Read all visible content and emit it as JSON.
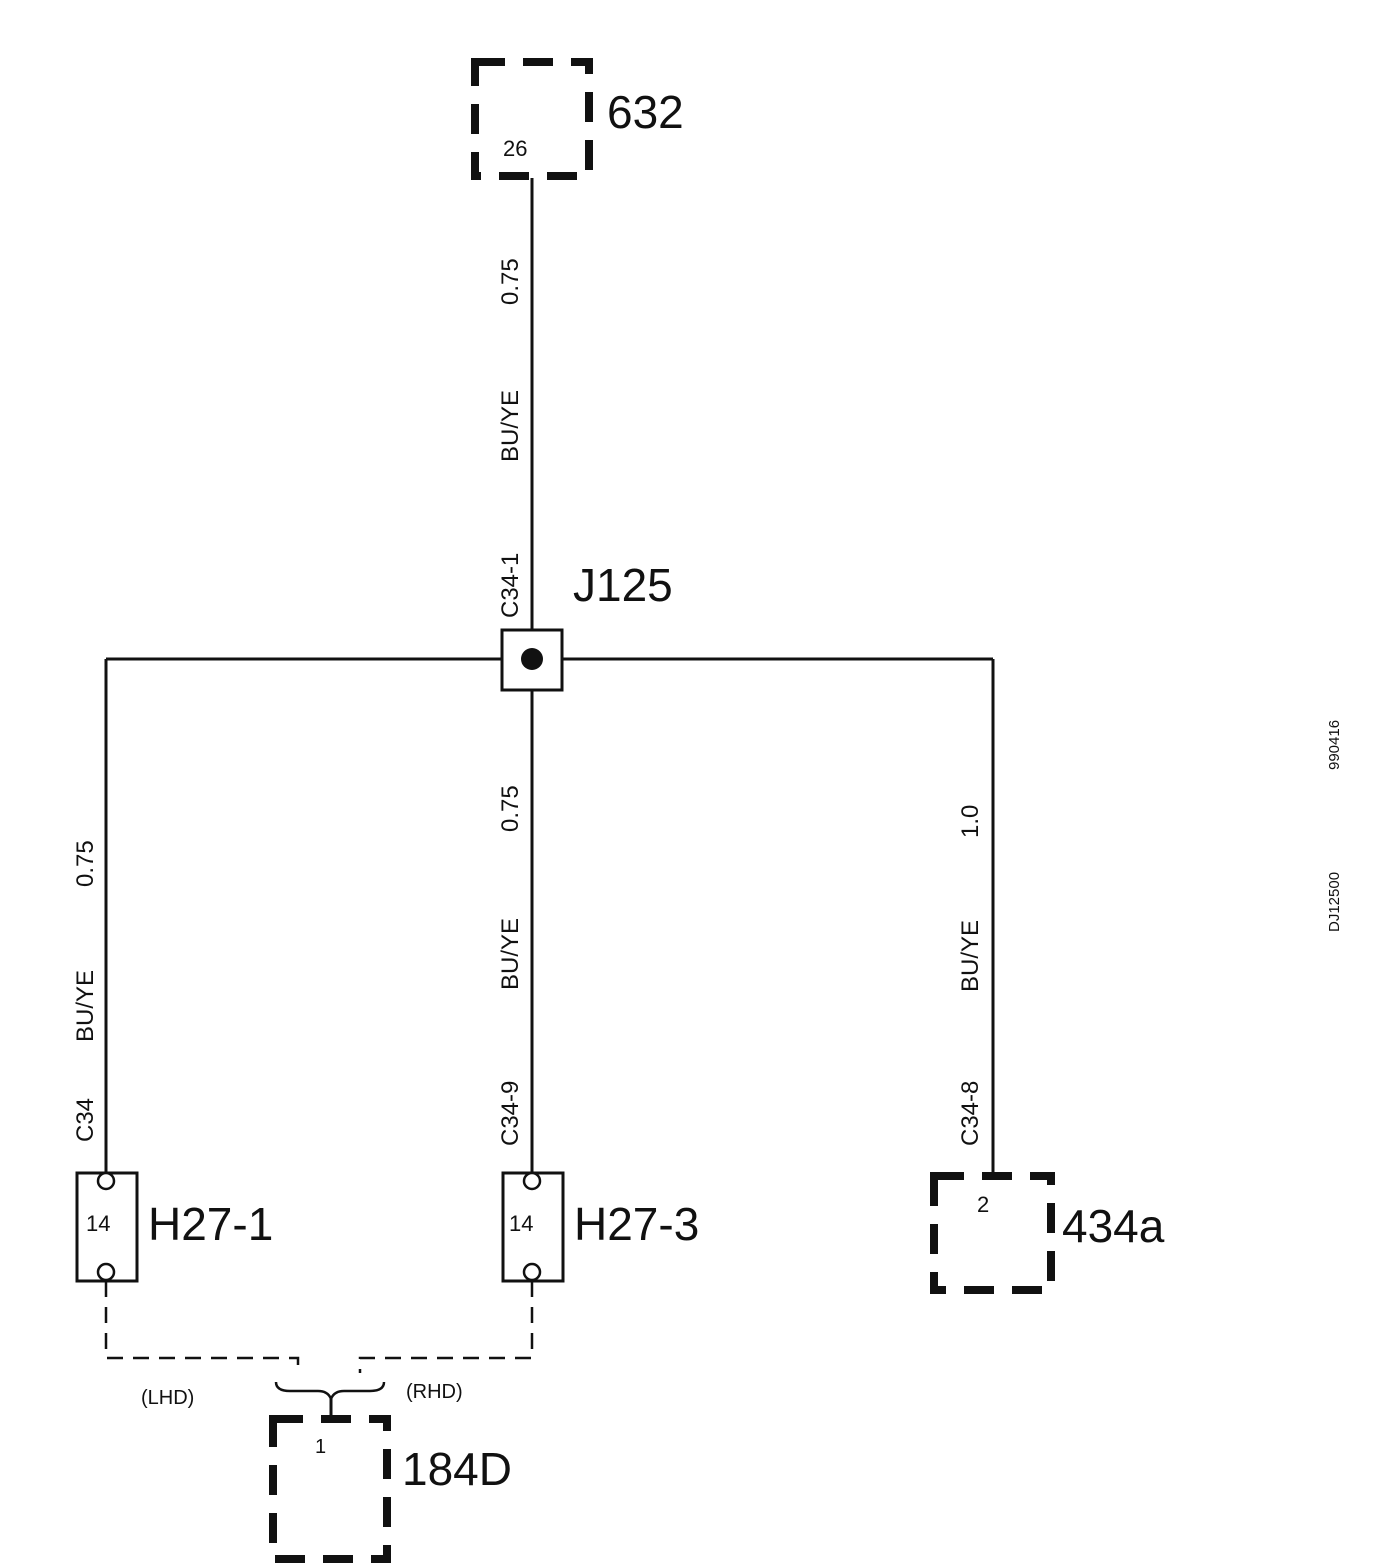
{
  "components": {
    "c632": {
      "label": "632",
      "pin": "26"
    },
    "j125": {
      "label": "J125",
      "connector": "C34-1"
    },
    "h27_1": {
      "label": "H27-1",
      "pin": "14",
      "connector": "C34"
    },
    "h27_3": {
      "label": "H27-3",
      "pin": "14",
      "connector": "C34-9"
    },
    "c434a": {
      "label": "434a",
      "pin": "2",
      "connector": "C34-8"
    },
    "c184d": {
      "label": "184D",
      "pin": "1"
    }
  },
  "wires": {
    "top": {
      "size": "0.75",
      "color": "BU/YE"
    },
    "left": {
      "size": "0.75",
      "color": "BU/YE"
    },
    "mid": {
      "size": "0.75",
      "color": "BU/YE"
    },
    "right": {
      "size": "1.0",
      "color": "BU/YE"
    }
  },
  "options": {
    "lhd": "(LHD)",
    "rhd": "(RHD)"
  },
  "refs": {
    "ref1": "990416",
    "ref2": "DJ12500"
  }
}
